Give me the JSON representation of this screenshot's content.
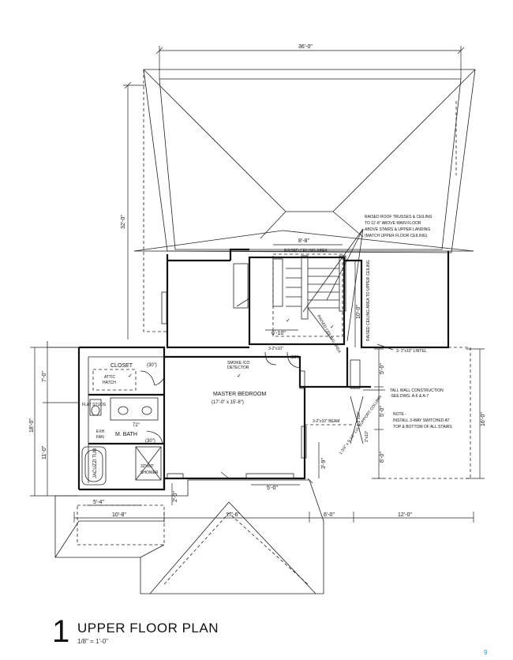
{
  "title": {
    "number": "1",
    "text": "UPPER FLOOR PLAN",
    "scale": "1/8\" = 1'-0\""
  },
  "dimensions": {
    "top_width": "36'-0\"",
    "left_depth": "32'-0\"",
    "raised_ceiling_width": "8'-8\"",
    "stair_run": "6'-10\"",
    "stair_right": "10'-0\"",
    "left_upper": "7'-0\"",
    "left_total": "18'-0\"",
    "left_lower": "11'-0\"",
    "right_total": "16'-0\"",
    "right_a": "5'-0\"",
    "right_b": "5'-0\"",
    "right_c": "6'-0\"",
    "beam_left": "3'-9\"",
    "bath_wall": "5'-4\"",
    "bath_lower": "2'-0\"",
    "bottom_left": "10'-8\"",
    "bottom_mid": "17'-6\"",
    "bottom_c": "6'-0\"",
    "bottom_right": "12'-0\"",
    "bedroom_bottom": "5'-0\""
  },
  "labels": {
    "raised_ceiling_area": "RAISED CEILING AREA",
    "raised_ceiling_diag": "RAISED CEILING AREA",
    "raised_ceiling_right": "RAISED CEILING AREA TO UPPER CEILING",
    "closet": "CLOSET",
    "closet_door": "(30\")",
    "attic_hatch_1": "ATTIC",
    "attic_hatch_2": "HATCH",
    "master_bedroom": "MASTER BEDROOM",
    "master_bedroom_size": "(17'-0\" x 15'-8\")",
    "smoke_detector_1": "SMOKE /CO",
    "smoke_detector_2": "DETECTOR",
    "m_bath": "M. BATH",
    "exh_fan_1": "EXH",
    "exh_fan_2": "FAN",
    "jacuzzi_tub": "JACUZZI TUB",
    "shower_size": "32\"x60\"",
    "shower": "SHOWER",
    "vanity_width": "72\"",
    "bath_door": "(30\")",
    "flat_studs": "FLAT STUDS",
    "lintel_stair": "3-2\"x10\"",
    "stair_door": "(30\")",
    "lintel_right": "3- 2\"x10\" LINTEL",
    "beam": "3-2\"x10\" BEAM",
    "support_col": "1-3/4\" x 9-1/2\" LVL SUPPORT COLUMN",
    "lintel_vertical": "1-2\"x10\"",
    "lintel_vertical_2": "2\"x10\"",
    "note_trusses_1": "RAISED ROOF TRUSSES & CEILING",
    "note_trusses_2": "TO 11'-8\" ABOVE MAIN FLOOR",
    "note_trusses_3": "ABOVE STAIRS & UPPER LANDING",
    "note_trusses_4": "(MATCH UPPER FLOOR CEILING)",
    "note_tall_wall_1": "TALL WALL CONSTRUCTION",
    "note_tall_wall_2": "-SEE DWG. A-6 & A-7",
    "note_switch_1": "NOTE -",
    "note_switch_2": "INSTALL 3-WAY SWITCHED AT",
    "note_switch_3": "TOP & BOTTOM OF ALL STAIRS"
  },
  "page_number": "9"
}
